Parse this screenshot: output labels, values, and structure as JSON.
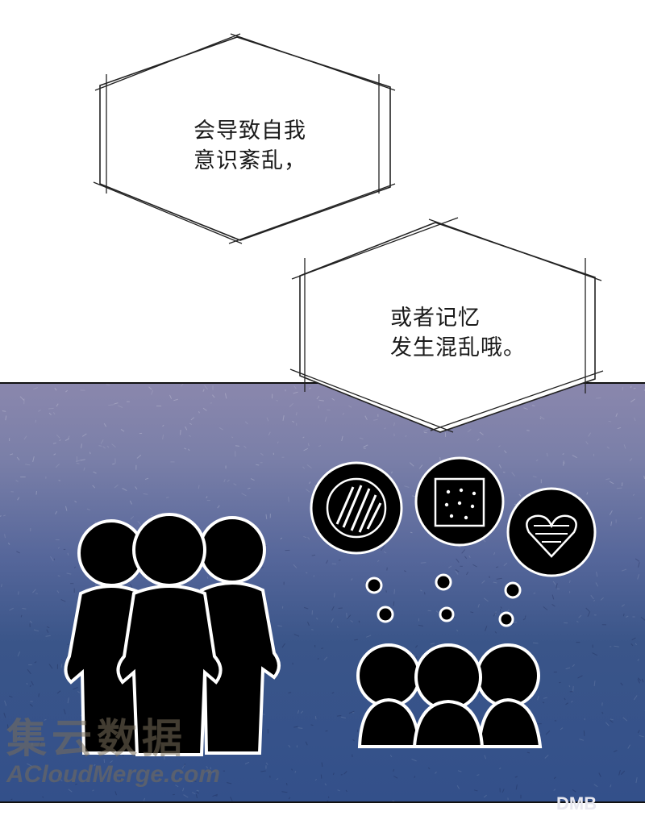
{
  "bubbles": [
    {
      "lines": [
        "会导致自我",
        "意识紊乱，"
      ]
    },
    {
      "lines": [
        "或者记忆",
        "发生混乱哦。"
      ]
    }
  ],
  "watermark": {
    "left_cn": "集云数据",
    "left_en": "ACloudMerge.com",
    "right": "DMB"
  },
  "colors": {
    "panel_top": "#8a87ad",
    "panel_bottom": "#33508a",
    "silhouette": "#000000",
    "outline": "#ffffff"
  },
  "icons": [
    "cookie-icon",
    "biscuit-icon",
    "heart-cookie-icon"
  ]
}
